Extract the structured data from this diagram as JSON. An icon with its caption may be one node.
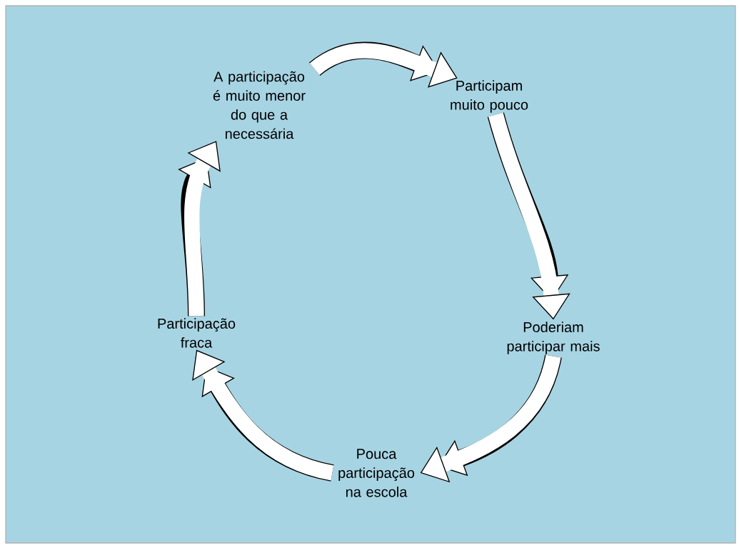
{
  "diagram": {
    "nodes": [
      {
        "text": [
          "A participação é muito menor do que a necessária"
        ]
      },
      {
        "text": [
          "Participam muito pouco"
        ]
      },
      {
        "text": [
          "Poderiam participar mais"
        ]
      },
      {
        "text": [
          "Pouca participação na escola"
        ]
      },
      {
        "text": [
          "Participação fraca"
        ]
      }
    ],
    "edges": [
      {
        "from": 0,
        "to": 1,
        "arrow": "to"
      },
      {
        "from": 1,
        "to": 2,
        "arrow": "to"
      },
      {
        "from": 2,
        "to": 3,
        "arrow": "to"
      },
      {
        "from": 3,
        "to": 4,
        "arrow": "to"
      },
      {
        "from": 4,
        "to": 0,
        "arrow": "to"
      }
    ]
  }
}
